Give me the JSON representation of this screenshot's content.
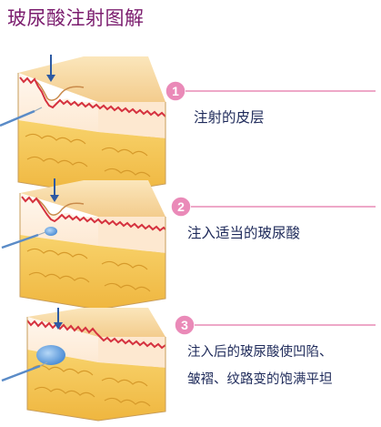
{
  "title": "玻尿酸注射图解",
  "steps": [
    {
      "number": "1",
      "label": "注射的皮层"
    },
    {
      "number": "2",
      "label": "注入适当的玻尿酸"
    },
    {
      "number": "3",
      "label_line1": "注入后的玻尿酸使凹陷、",
      "label_line2": "皱褶、纹路变的饱满平坦"
    }
  ],
  "colors": {
    "title": "#7b1c6e",
    "accent_pink": "#e98bb6",
    "skin_top": "#f7dcaa",
    "dermis_line": "#d5323f",
    "fat": "#f3c24f",
    "needle": "#5a8bc7",
    "filler": "#6fa6de",
    "text": "#1e2a5a"
  }
}
